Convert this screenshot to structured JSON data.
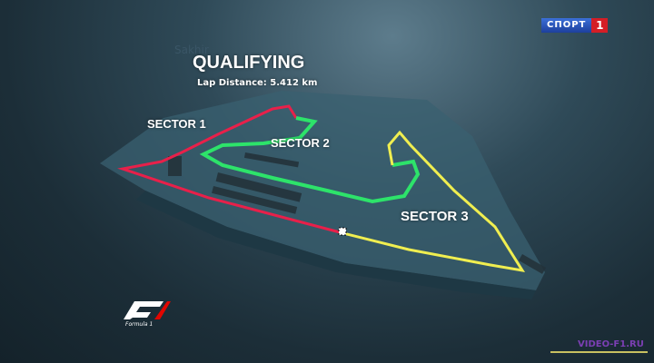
{
  "location": "Sakhir",
  "title": "QUALIFYING",
  "lap_distance": "Lap Distance: 5.412 km",
  "sectors": [
    {
      "label": "SECTOR 1",
      "color": "#e8204a"
    },
    {
      "label": "SECTOR 2",
      "color": "#2de36a"
    },
    {
      "label": "SECTOR 3",
      "color": "#f0ee50"
    }
  ],
  "channel": {
    "name": "СПОРТ",
    "number": "1"
  },
  "logo": "Formula 1",
  "watermark": "VIDEO-F1.RU"
}
